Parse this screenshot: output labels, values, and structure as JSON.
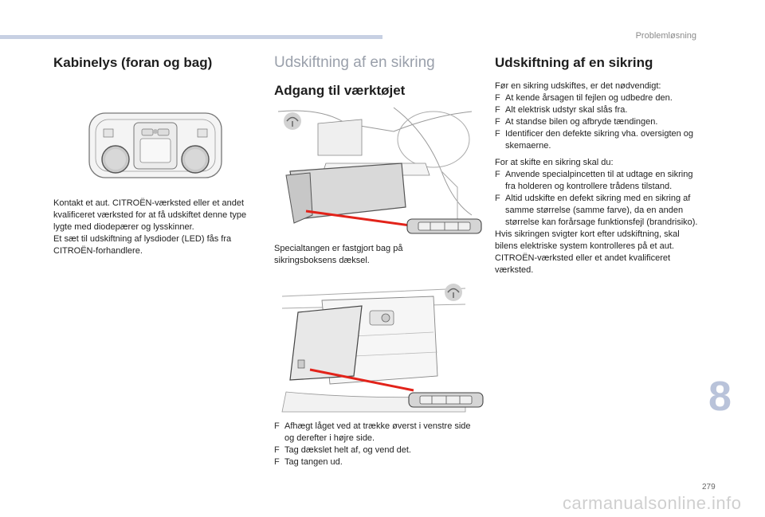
{
  "header": {
    "section": "Problemløsning",
    "chapter": "8",
    "page": "279"
  },
  "col1": {
    "title": "Kabinelys (foran og bag)",
    "para1": "Kontakt et aut. CITROËN-værksted eller et andet kvalificeret værksted for at få udskiftet denne type lygte med diodepærer og lysskinner.",
    "para2": "Et sæt til udskiftning af lysdioder (LED) fås fra CITROËN-forhandlere."
  },
  "col2": {
    "title": "Udskiftning af en sikring",
    "subtitle": "Adgang til værktøjet",
    "caption": "Specialtangen er fastgjort bag på sikringsboksens dæksel.",
    "bullets": [
      "Afhægt låget ved at trække øverst i venstre side og derefter i højre side.",
      "Tag dækslet helt af, og vend det.",
      "Tag tangen ud."
    ]
  },
  "col3": {
    "title": "Udskiftning af en sikring",
    "intro": "Før en sikring udskiftes, er det nødvendigt:",
    "list1": [
      "At kende årsagen til fejlen og udbedre den.",
      "Alt elektrisk udstyr skal slås fra.",
      "At standse bilen og afbryde tændingen.",
      "Identificer den defekte sikring vha. oversigten og skemaerne."
    ],
    "intro2": "For at skifte en sikring skal du:",
    "list2": [
      "Anvende specialpincetten til at udtage en sikring fra holderen og kontrollere trådens tilstand.",
      "Altid udskifte en defekt sikring med en sikring af samme størrelse (samme farve), da en anden størrelse kan forårsage funktionsfejl (brandrisiko)."
    ],
    "outro": "Hvis sikringen svigter kort efter udskiftning, skal bilens elektriske system kontrolleres på et aut. CITROËN-værksted eller et andet kvalificeret værksted."
  },
  "bullet_marker": "F",
  "watermark": "carmanualsonline.info",
  "colors": {
    "accent_bar": "#c7d0e3",
    "chapter": "#b9c3da",
    "highlight_red": "#e2231a"
  }
}
